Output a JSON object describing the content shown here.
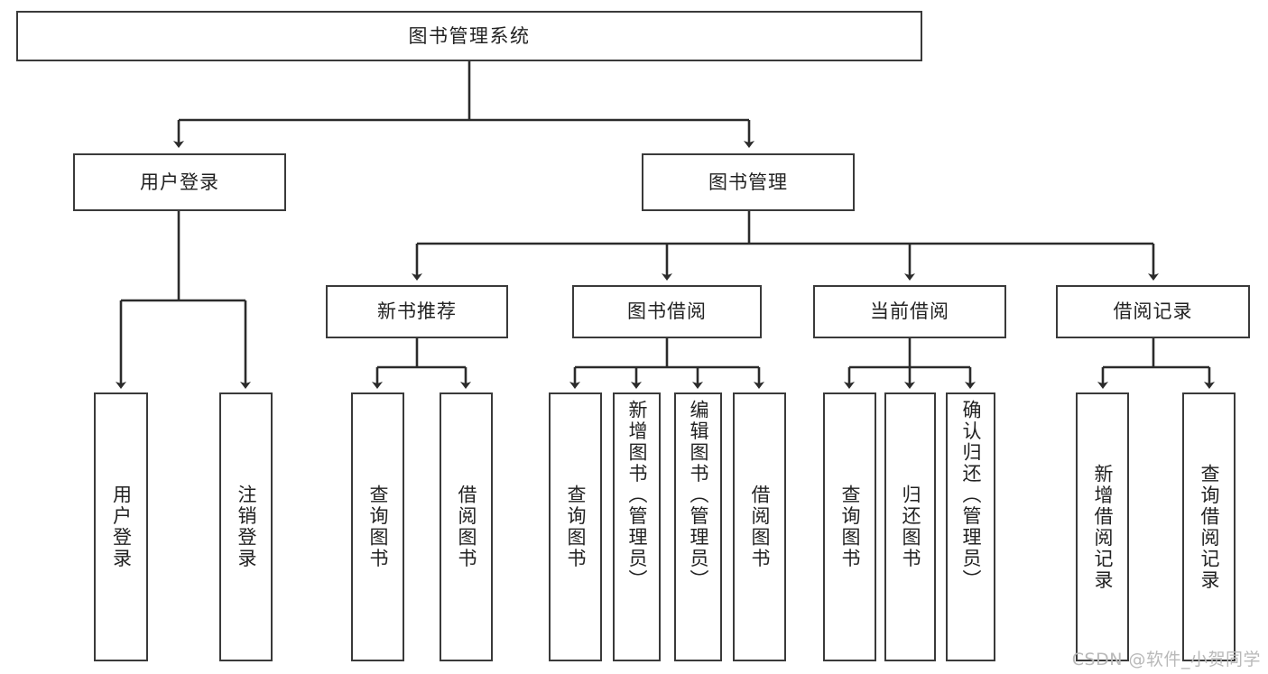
{
  "diagram": {
    "type": "tree",
    "title": "图书管理系统",
    "watermark": "CSDN @软件_小贺同学",
    "colors": {
      "box_border": "#3a3a3a",
      "box_fill": "#ffffff",
      "connector": "#2b2b2b",
      "text": "#222222",
      "watermark": "#b9b9b9",
      "background": "#ffffff"
    },
    "root": {
      "label": "图书管理系统"
    },
    "level2": [
      {
        "label": "用户登录"
      },
      {
        "label": "图书管理"
      }
    ],
    "level3": [
      {
        "label": "新书推荐"
      },
      {
        "label": "图书借阅"
      },
      {
        "label": "当前借阅"
      },
      {
        "label": "借阅记录"
      }
    ],
    "leaves": {
      "user_login": [
        {
          "label": "用户登录"
        },
        {
          "label": "注销登录"
        }
      ],
      "new_book_recommend": [
        {
          "label": "查询图书"
        },
        {
          "label": "借阅图书"
        }
      ],
      "book_borrow": [
        {
          "label": "查询图书"
        },
        {
          "label": "新增图书（管理员）"
        },
        {
          "label": "编辑图书（管理员）"
        },
        {
          "label": "借阅图书"
        }
      ],
      "current_borrow": [
        {
          "label": "查询图书"
        },
        {
          "label": "归还图书"
        },
        {
          "label": "确认归还（管理员）"
        }
      ],
      "borrow_record": [
        {
          "label": "新增借阅记录"
        },
        {
          "label": "查询借阅记录"
        }
      ]
    }
  }
}
